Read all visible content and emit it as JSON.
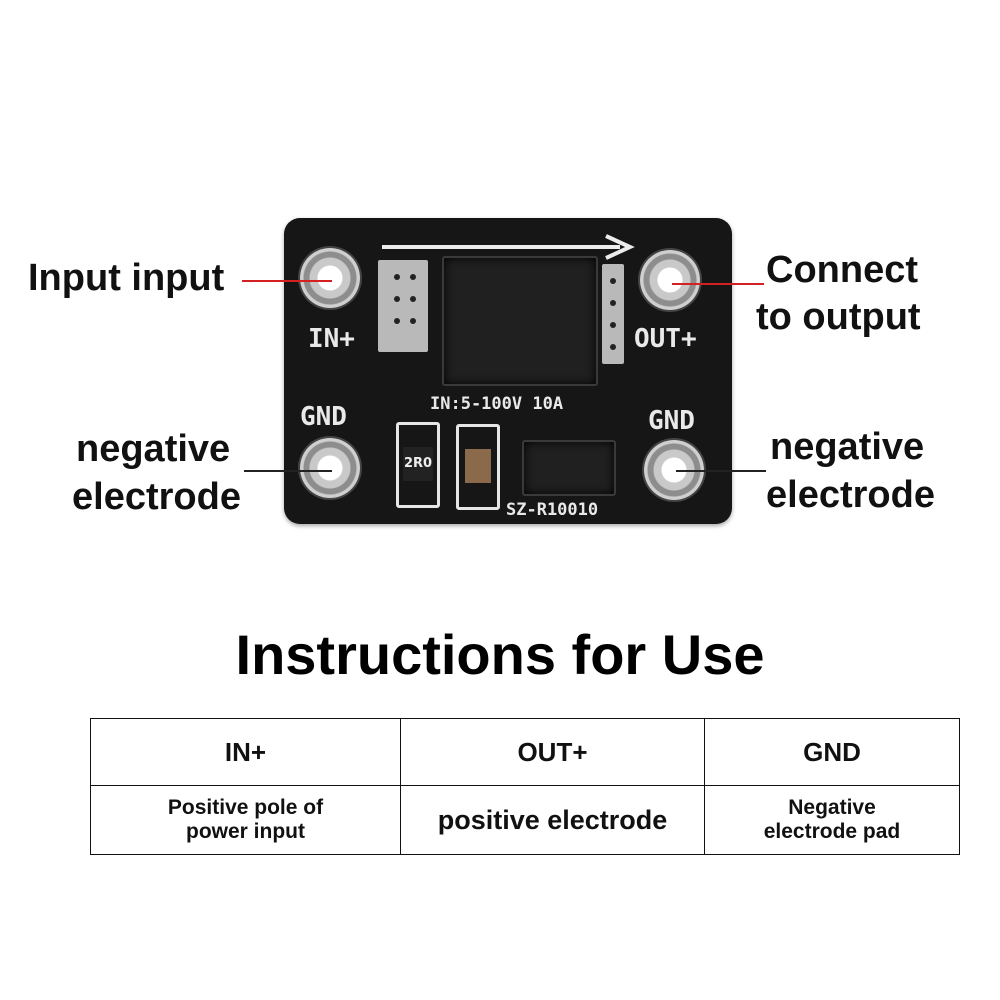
{
  "board": {
    "silkscreen": {
      "in_plus": "IN+",
      "out_plus": "OUT+",
      "gnd_left": "GND",
      "gnd_right": "GND",
      "rating": "IN:5-100V 10A",
      "model": "SZ-R10010",
      "resistor_code": "2R0"
    }
  },
  "callouts": {
    "input": "Input input",
    "output_line1": "Connect",
    "output_line2": "to output",
    "neg_left_line1": "negative",
    "neg_left_line2": "electrode",
    "neg_right_line1": "negative",
    "neg_right_line2": "electrode"
  },
  "title": "Instructions for Use",
  "table": {
    "headers": [
      "IN+",
      "OUT+",
      "GND"
    ],
    "descriptions": [
      "Positive pole of power input",
      "positive electrode",
      "Negative electrode pad"
    ],
    "desc_lines": {
      "in_plus": [
        "Positive pole of",
        "power input"
      ],
      "gnd": [
        "Negative",
        "electrode pad"
      ]
    }
  },
  "colors": {
    "board": "#161616",
    "silkscreen": "#e9e9e9",
    "callout_line_input_output": "#d42020",
    "callout_line_gnd": "#222222"
  }
}
